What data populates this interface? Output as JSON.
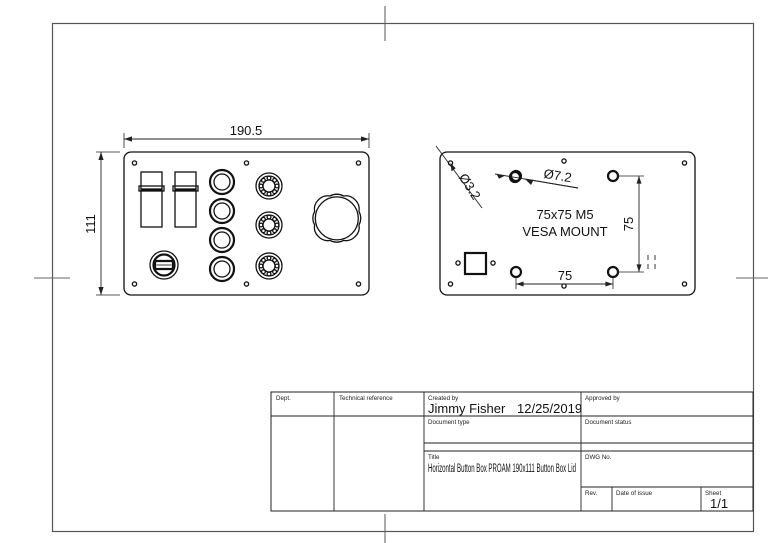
{
  "sheet": {
    "format": "landscape",
    "background": "#ffffff",
    "line_color": "#111111"
  },
  "views": {
    "front": {
      "name": "front-panel-view",
      "dimensions": {
        "width_label": "190.5",
        "height_label": "111"
      },
      "components": {
        "toggle_switches": 2,
        "round_buttons": 4,
        "knurled_knobs": 3,
        "rotary_knob": 1,
        "key_switch": 1,
        "corner_holes": 4,
        "edge_holes": 2
      }
    },
    "back": {
      "name": "back-panel-view",
      "annotations": {
        "small_hole_callout": "Ø3.2",
        "large_hole_callout": "Ø7.2",
        "vesa_line1": "75x75 M5",
        "vesa_line2": "VESA MOUNT",
        "vertical_dim": "75",
        "horizontal_dim": "75"
      },
      "components": {
        "vesa_holes": 4,
        "square_cutout": 1,
        "corner_holes": 4,
        "edge_holes": 2
      }
    }
  },
  "title_block": {
    "dept": {
      "label": "Dept.",
      "value": ""
    },
    "technical_reference": {
      "label": "Technical reference",
      "value": ""
    },
    "created_by": {
      "label": "Created by",
      "name": "Jimmy Fisher",
      "date": "12/25/2019"
    },
    "approved_by": {
      "label": "Approved by",
      "value": ""
    },
    "document_type": {
      "label": "Document type",
      "value": ""
    },
    "document_status": {
      "label": "Document status",
      "value": ""
    },
    "title": {
      "label": "Title",
      "value": "Horizontal Button Box PROAM 190x111 Button Box Lid"
    },
    "dwg_no": {
      "label": "DWG No.",
      "value": ""
    },
    "rev": {
      "label": "Rev.",
      "value": ""
    },
    "date_of_issue": {
      "label": "Date of issue",
      "value": ""
    },
    "sheet": {
      "label": "Sheet",
      "value": "1/1"
    }
  }
}
